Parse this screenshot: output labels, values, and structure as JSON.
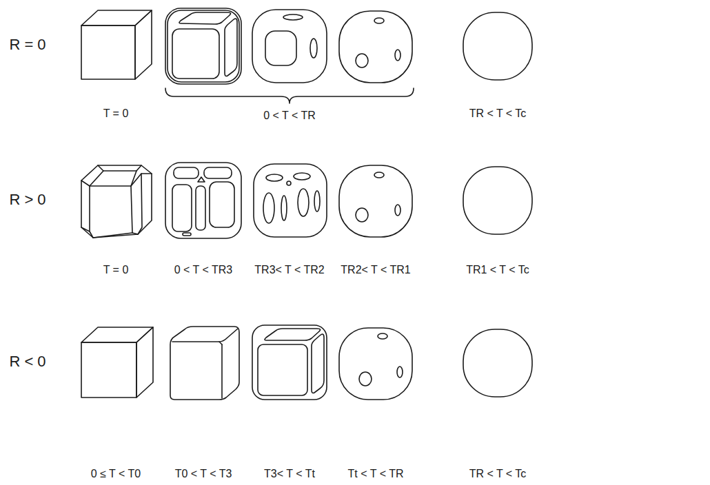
{
  "diagram": {
    "labels": [
      "R = 0",
      "T = 0",
      "0 < T < TR",
      "TR < T < Tc",
      "R > 0",
      "T = 0",
      "0 < T < TR3",
      "TR3< T < TR2",
      "TR2< T < TR1",
      "TR1 < T < Tc",
      "R < 0",
      "0 ≤ T < T0",
      "T0 < T < T3",
      "T3< T < Tt",
      "Tt < T < TR",
      "TR < T < Tc"
    ]
  }
}
